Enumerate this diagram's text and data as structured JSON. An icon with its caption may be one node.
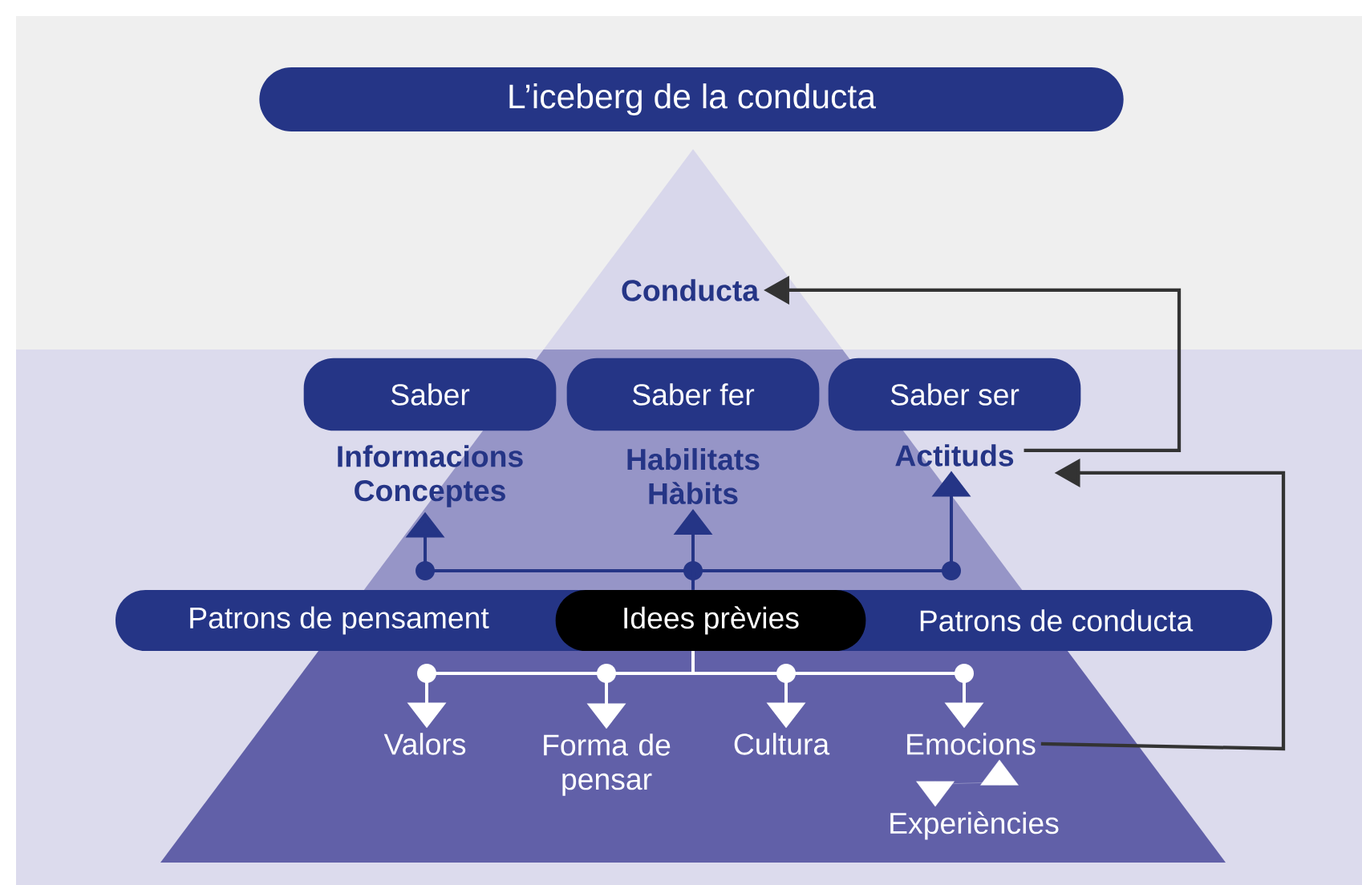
{
  "diagram": {
    "title": "L’iceberg de la conducta",
    "nodes": [
      {
        "text": [
          "Conducta"
        ]
      },
      {
        "text": [
          "Saber"
        ]
      },
      {
        "text": [
          "Saber fer"
        ]
      },
      {
        "text": [
          "Saber ser"
        ]
      },
      {
        "text": [
          "Informacions Conceptes"
        ]
      },
      {
        "text": [
          "Habilitats Hàbits"
        ]
      },
      {
        "text": [
          "Actituds"
        ]
      },
      {
        "text": [
          "Patrons de pensament",
          "Patrons de conducta"
        ]
      },
      {
        "text": [
          "Idees prèvies"
        ],
        "in": 7
      },
      {
        "text": [
          "Valors"
        ]
      },
      {
        "text": [
          "Forma de pensar"
        ]
      },
      {
        "text": [
          "Cultura"
        ]
      },
      {
        "text": [
          "Emocions"
        ]
      },
      {
        "text": [
          "Experiències"
        ]
      }
    ],
    "edges": [
      {
        "from": 8,
        "to": 4,
        "arrow": "to",
        "color": "#253586"
      },
      {
        "from": 8,
        "to": 5,
        "arrow": "to",
        "color": "#253586"
      },
      {
        "from": 8,
        "to": 6,
        "arrow": "to",
        "color": "#253586"
      },
      {
        "from": 8,
        "to": 9,
        "arrow": "to",
        "color": "#ffffff"
      },
      {
        "from": 8,
        "to": 10,
        "arrow": "to",
        "color": "#ffffff"
      },
      {
        "from": 8,
        "to": 11,
        "arrow": "to",
        "color": "#ffffff"
      },
      {
        "from": 8,
        "to": 12,
        "arrow": "to",
        "color": "#ffffff"
      },
      {
        "from": 12,
        "to": 13,
        "arrow": "both",
        "color": "#ffffff"
      },
      {
        "from": 6,
        "to": 0,
        "arrow": "to",
        "color": "#333333"
      },
      {
        "from": 12,
        "to": 6,
        "arrow": "to",
        "color": "#333333"
      }
    ]
  }
}
